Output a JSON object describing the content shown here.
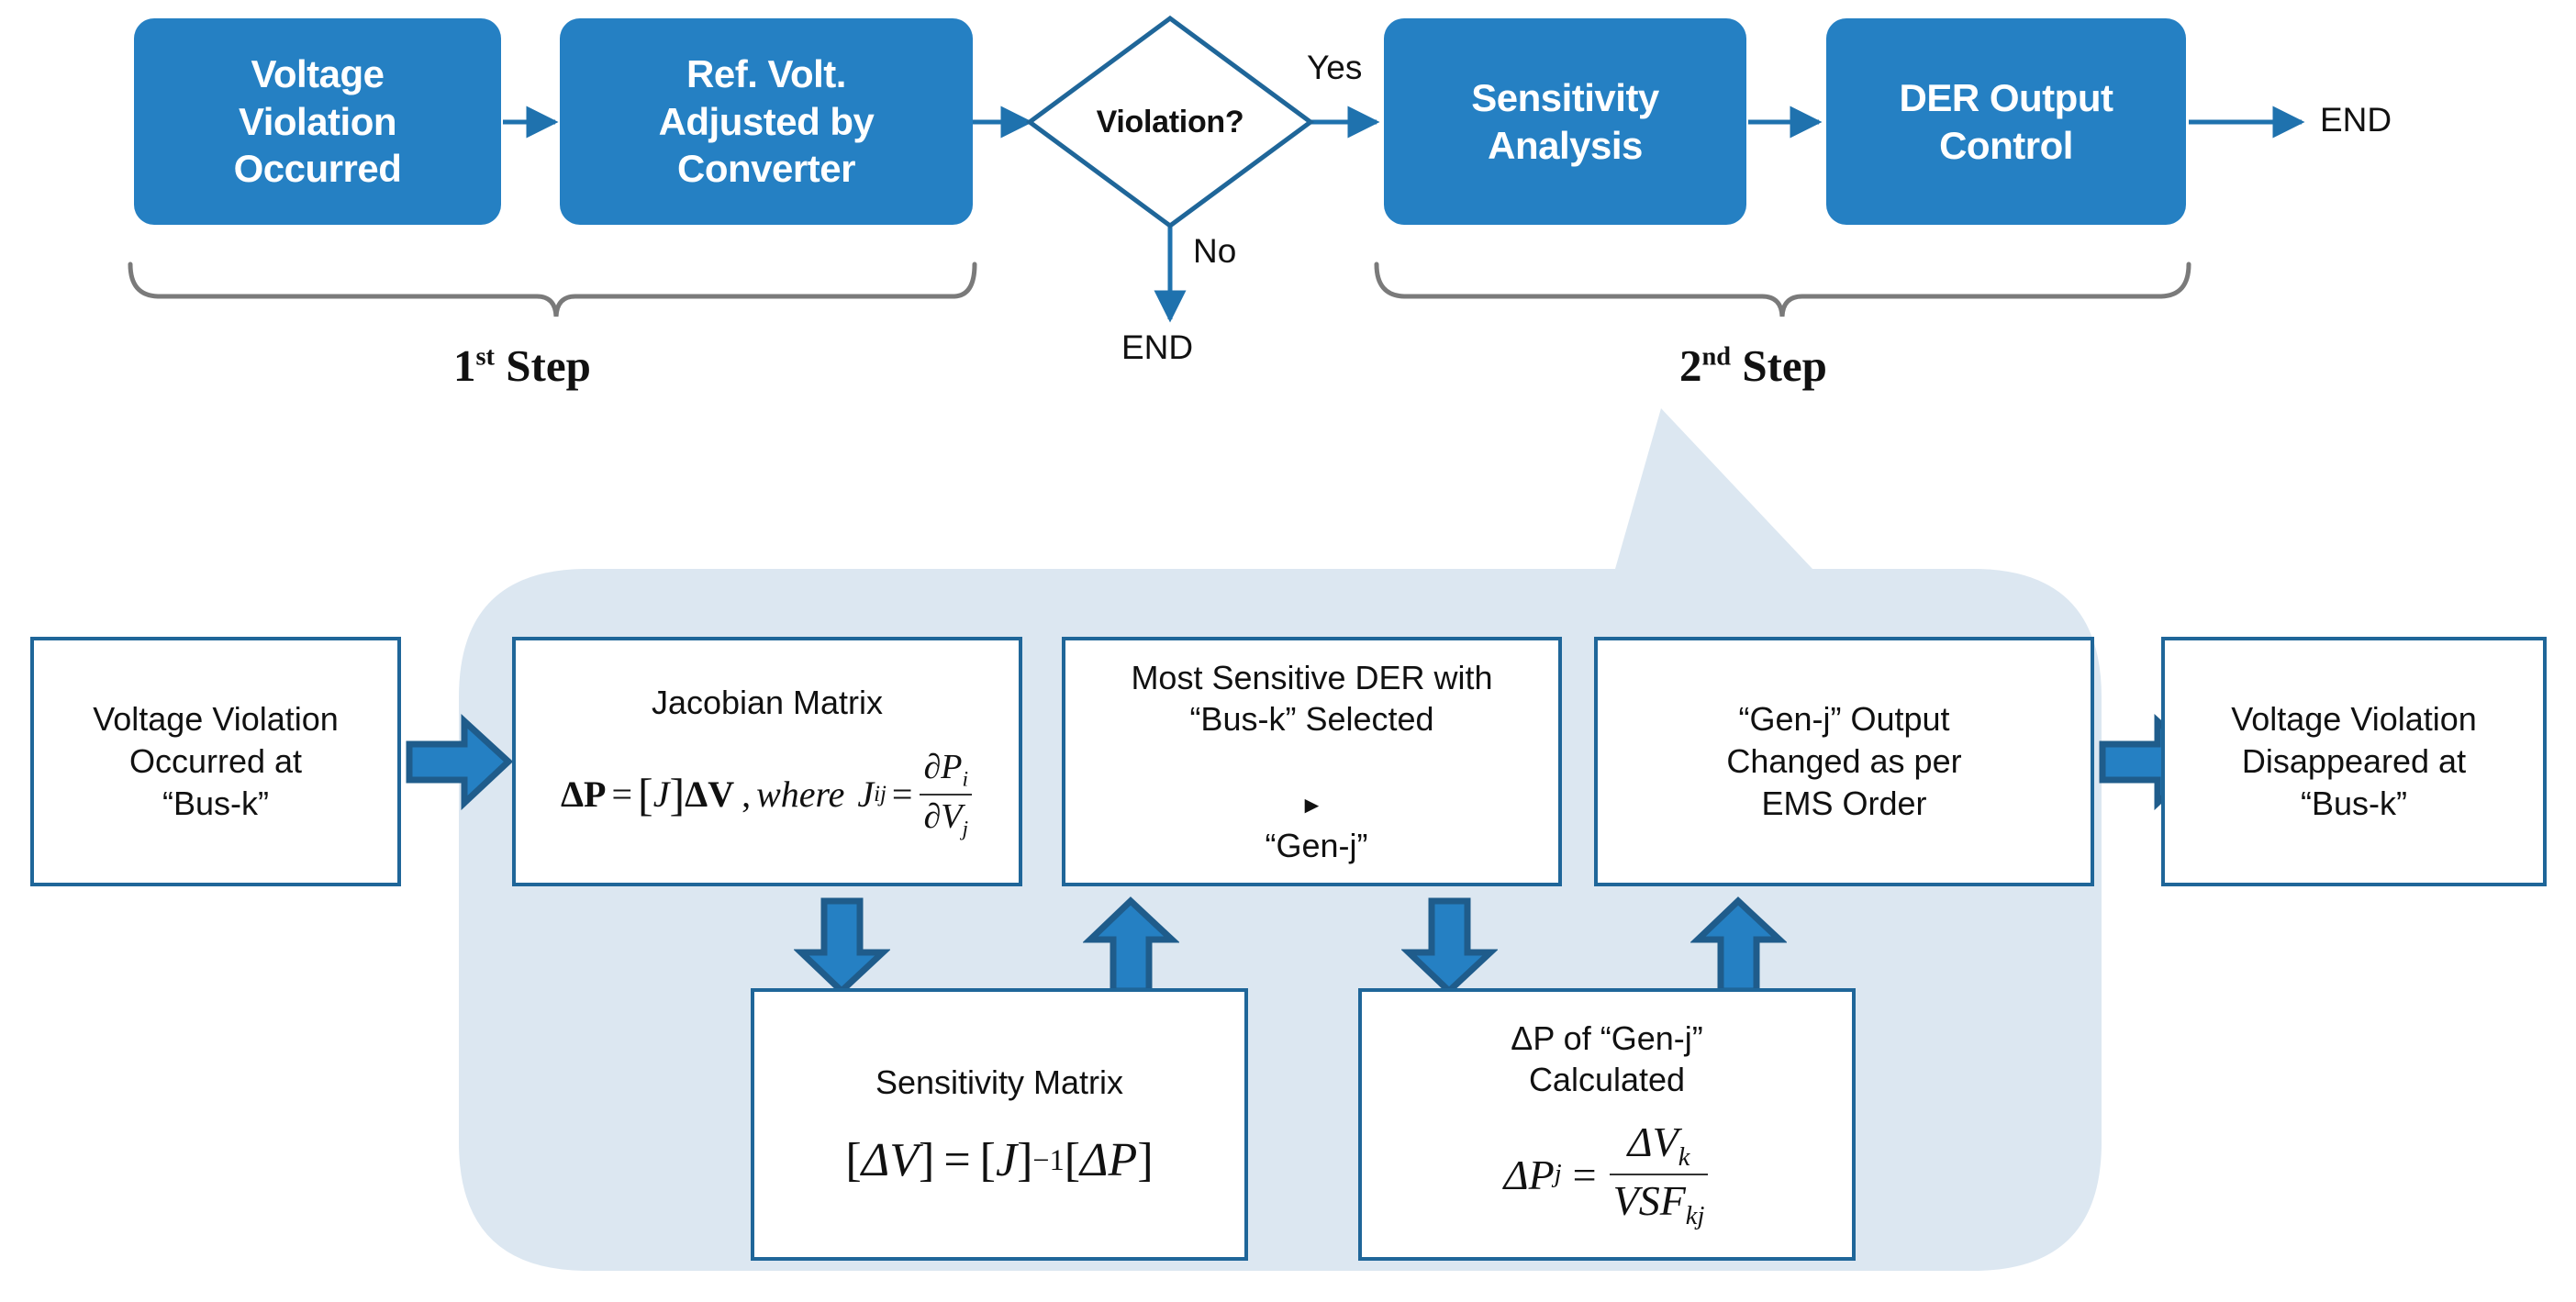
{
  "theme": {
    "process_fill": "#2580C3",
    "box_border": "#1F6699",
    "panel_fill": "#DCE7F1",
    "arrow_line": "#1F72AE",
    "block_arrow_fill": "#2580C3",
    "block_arrow_stroke": "#1F5C8B",
    "brace_color": "#7A7A7A",
    "text_dark": "#111111",
    "text_light": "#FFFFFF"
  },
  "top_flow": {
    "boxes": [
      {
        "id": "voltage-violation-occurred",
        "label": "Voltage\nViolation\nOccurred"
      },
      {
        "id": "ref-volt-adjusted",
        "label": "Ref. Volt.\nAdjusted by\nConverter"
      },
      {
        "id": "sensitivity-analysis",
        "label": "Sensitivity\nAnalysis"
      },
      {
        "id": "der-output-control",
        "label": "DER Output\nControl"
      }
    ],
    "decision": {
      "id": "violation-decision",
      "label": "Violation?"
    },
    "branch_yes": "Yes",
    "branch_no": "No",
    "end_right": "END",
    "end_below": "END",
    "step_labels": [
      {
        "id": "first-step",
        "number": "1",
        "ordinal": "st",
        "word": " Step"
      },
      {
        "id": "second-step",
        "number": "2",
        "ordinal": "nd",
        "word": " Step"
      }
    ]
  },
  "detail_panel": {
    "start_box": {
      "id": "violation-at-bus-k",
      "label": "Voltage Violation\nOccurred at\n“Bus-k”"
    },
    "end_box": {
      "id": "violation-disappeared-at-bus-k",
      "label": "Voltage Violation\nDisappeared at\n“Bus-k”"
    },
    "jacobian_box": {
      "id": "jacobian-matrix",
      "title": "Jacobian Matrix",
      "formula_text": "ΔP = [J]ΔV , where Jᵢⱼ = ∂Pᵢ/∂Vⱼ",
      "parts": {
        "lhs": "ΔP",
        "eq": "=",
        "bracket_open": "[",
        "matrix": "J",
        "bracket_close": "]",
        "dv": "ΔV",
        "comma": ",",
        "where": "where",
        "jij": "J",
        "jij_sub": "ij",
        "eq2": "=",
        "num": "∂P",
        "num_sub": "i",
        "den": "∂V",
        "den_sub": "j"
      }
    },
    "sensitivity_matrix_box": {
      "id": "sensitivity-matrix",
      "title": "Sensitivity Matrix",
      "formula_text": "[ΔV] = [J]⁻¹[ΔP]",
      "parts": {
        "lb1": "[",
        "dv": "ΔV",
        "rb1": "]",
        "eq": "=",
        "lb2": "[",
        "j": "J",
        "rb2": "]",
        "exp": "−1",
        "lb3": "[",
        "dp": "ΔP",
        "rb3": "]"
      }
    },
    "selected_der_box": {
      "id": "most-sensitive-der",
      "line1": "Most Sensitive DER with",
      "line2": "“Bus-k” Selected",
      "bullet": "►",
      "line3": "“Gen-j”"
    },
    "delta_p_box": {
      "id": "delta-p-of-gen-j",
      "title": "ΔP of “Gen-j”\nCalculated",
      "formula_text": "ΔPⱼ = ΔVₖ / VSFₖⱼ",
      "parts": {
        "lhs": "ΔP",
        "lhs_sub": "j",
        "eq": "=",
        "num": "ΔV",
        "num_sub": "k",
        "den": "VSF",
        "den_sub": "kj"
      }
    },
    "output_changed_box": {
      "id": "gen-j-output-changed",
      "label": "“Gen-j” Output\nChanged as per\nEMS Order"
    }
  }
}
